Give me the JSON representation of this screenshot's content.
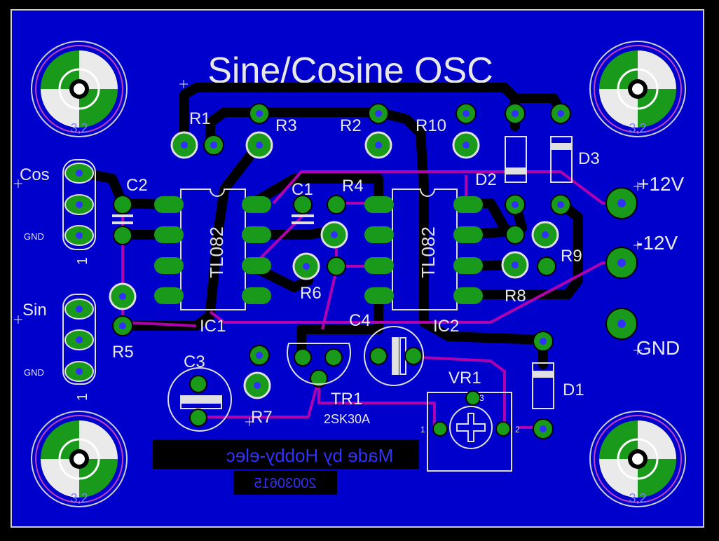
{
  "title": "Sine/Cosine OSC",
  "colors": {
    "background": "#000000",
    "board": "#0000cc",
    "top_trace": "#b000b0",
    "bottom_trace": "#000000",
    "pad": "#00a000",
    "silkscreen": "#e0e0e0"
  },
  "components": {
    "r1": "R1",
    "r2": "R2",
    "r3": "R3",
    "r4": "R4",
    "r5": "R5",
    "r6": "R6",
    "r7": "R7",
    "r8": "R8",
    "r9": "R9",
    "r10": "R10",
    "c1": "C1",
    "c2": "C2",
    "c3": "C3",
    "c4": "C4",
    "d1": "D1",
    "d2": "D2",
    "d3": "D3",
    "ic1": "IC1",
    "ic2": "IC2",
    "ic1_part": "TL082",
    "ic2_part": "TL082",
    "tr1": "TR1",
    "tr1_part": "2SK30A",
    "vr1": "VR1"
  },
  "connectors": {
    "cos": "Cos",
    "sin": "Sin",
    "gnd_small_1": "GND",
    "gnd_small_2": "GND",
    "pin1_cos": "1",
    "pin1_sin": "1",
    "plus12": "+12V",
    "minus12": "-12V",
    "gnd": "GND"
  },
  "vr1_pins": {
    "p1": "1",
    "p2": "2",
    "p3": "3"
  },
  "mount_holes": {
    "h1": "3,2",
    "h2": "3,2",
    "h3": "3,2",
    "h4": "3,2"
  },
  "footer": {
    "credit": "Made by Hobby-elec",
    "date": "20030615"
  }
}
